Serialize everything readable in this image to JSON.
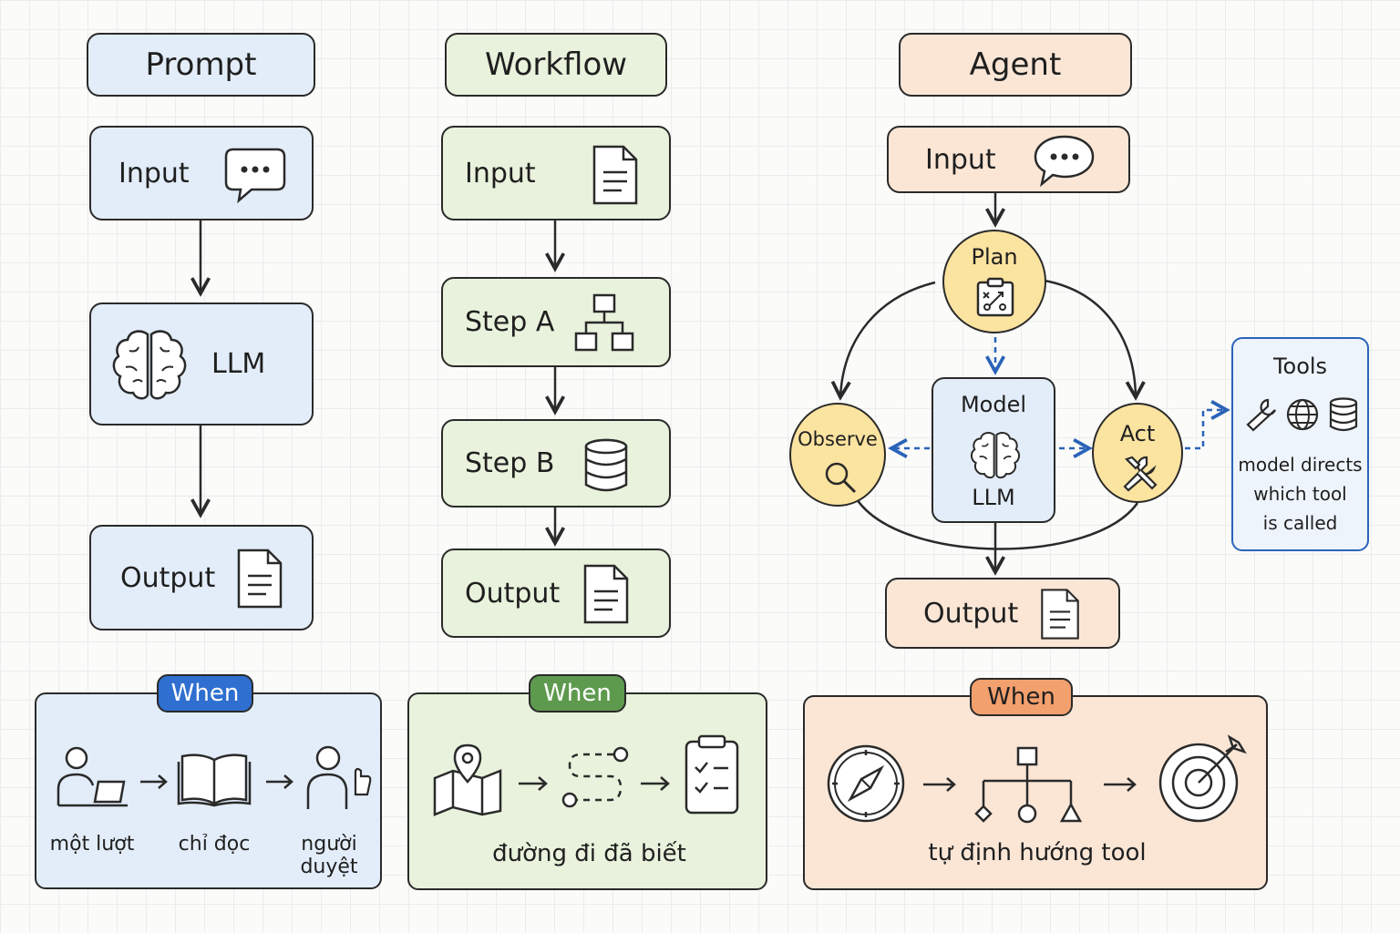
{
  "columns": {
    "prompt": {
      "title": "Prompt",
      "input": "Input",
      "llm": "LLM",
      "output": "Output"
    },
    "workflow": {
      "title": "Workflow",
      "input": "Input",
      "step_a": "Step A",
      "step_b": "Step B",
      "output": "Output"
    },
    "agent": {
      "title": "Agent",
      "input": "Input",
      "plan": "Plan",
      "model": "Model",
      "model_sub": "LLM",
      "observe": "Observe",
      "act": "Act",
      "output": "Output",
      "tools": {
        "title": "Tools",
        "note_line1": "model directs",
        "note_line2": "which tool",
        "note_line3": "is called"
      }
    }
  },
  "when_panels": {
    "prompt": {
      "badge": "When",
      "captions": [
        "một lượt",
        "chỉ đọc",
        "người duyệt"
      ]
    },
    "workflow": {
      "badge": "When",
      "caption": "đường đi đã biết"
    },
    "agent": {
      "badge": "When",
      "caption": "tự định hướng tool"
    }
  },
  "colors": {
    "prompt_fill": "#e3edf9",
    "workflow_fill": "#e8f2dc",
    "agent_fill": "#fbe6d6",
    "agent_node_fill": "#fbe3a0",
    "tools_border": "#2a63b8",
    "when_blue": "#2f6fd0",
    "when_green": "#5e9a4e",
    "when_orange": "#f2a06e"
  },
  "icons": [
    "speech-bubble-icon",
    "brain-icon",
    "document-icon",
    "hierarchy-icon",
    "database-icon",
    "clipboard-plan-icon",
    "magnifier-icon",
    "tools-icon",
    "wrench-icon",
    "globe-icon",
    "person-laptop-icon",
    "open-book-icon",
    "person-thumbs-up-icon",
    "map-pin-icon",
    "path-icon",
    "checklist-icon",
    "compass-icon",
    "decision-tree-icon",
    "target-icon",
    "arrow-icon"
  ]
}
